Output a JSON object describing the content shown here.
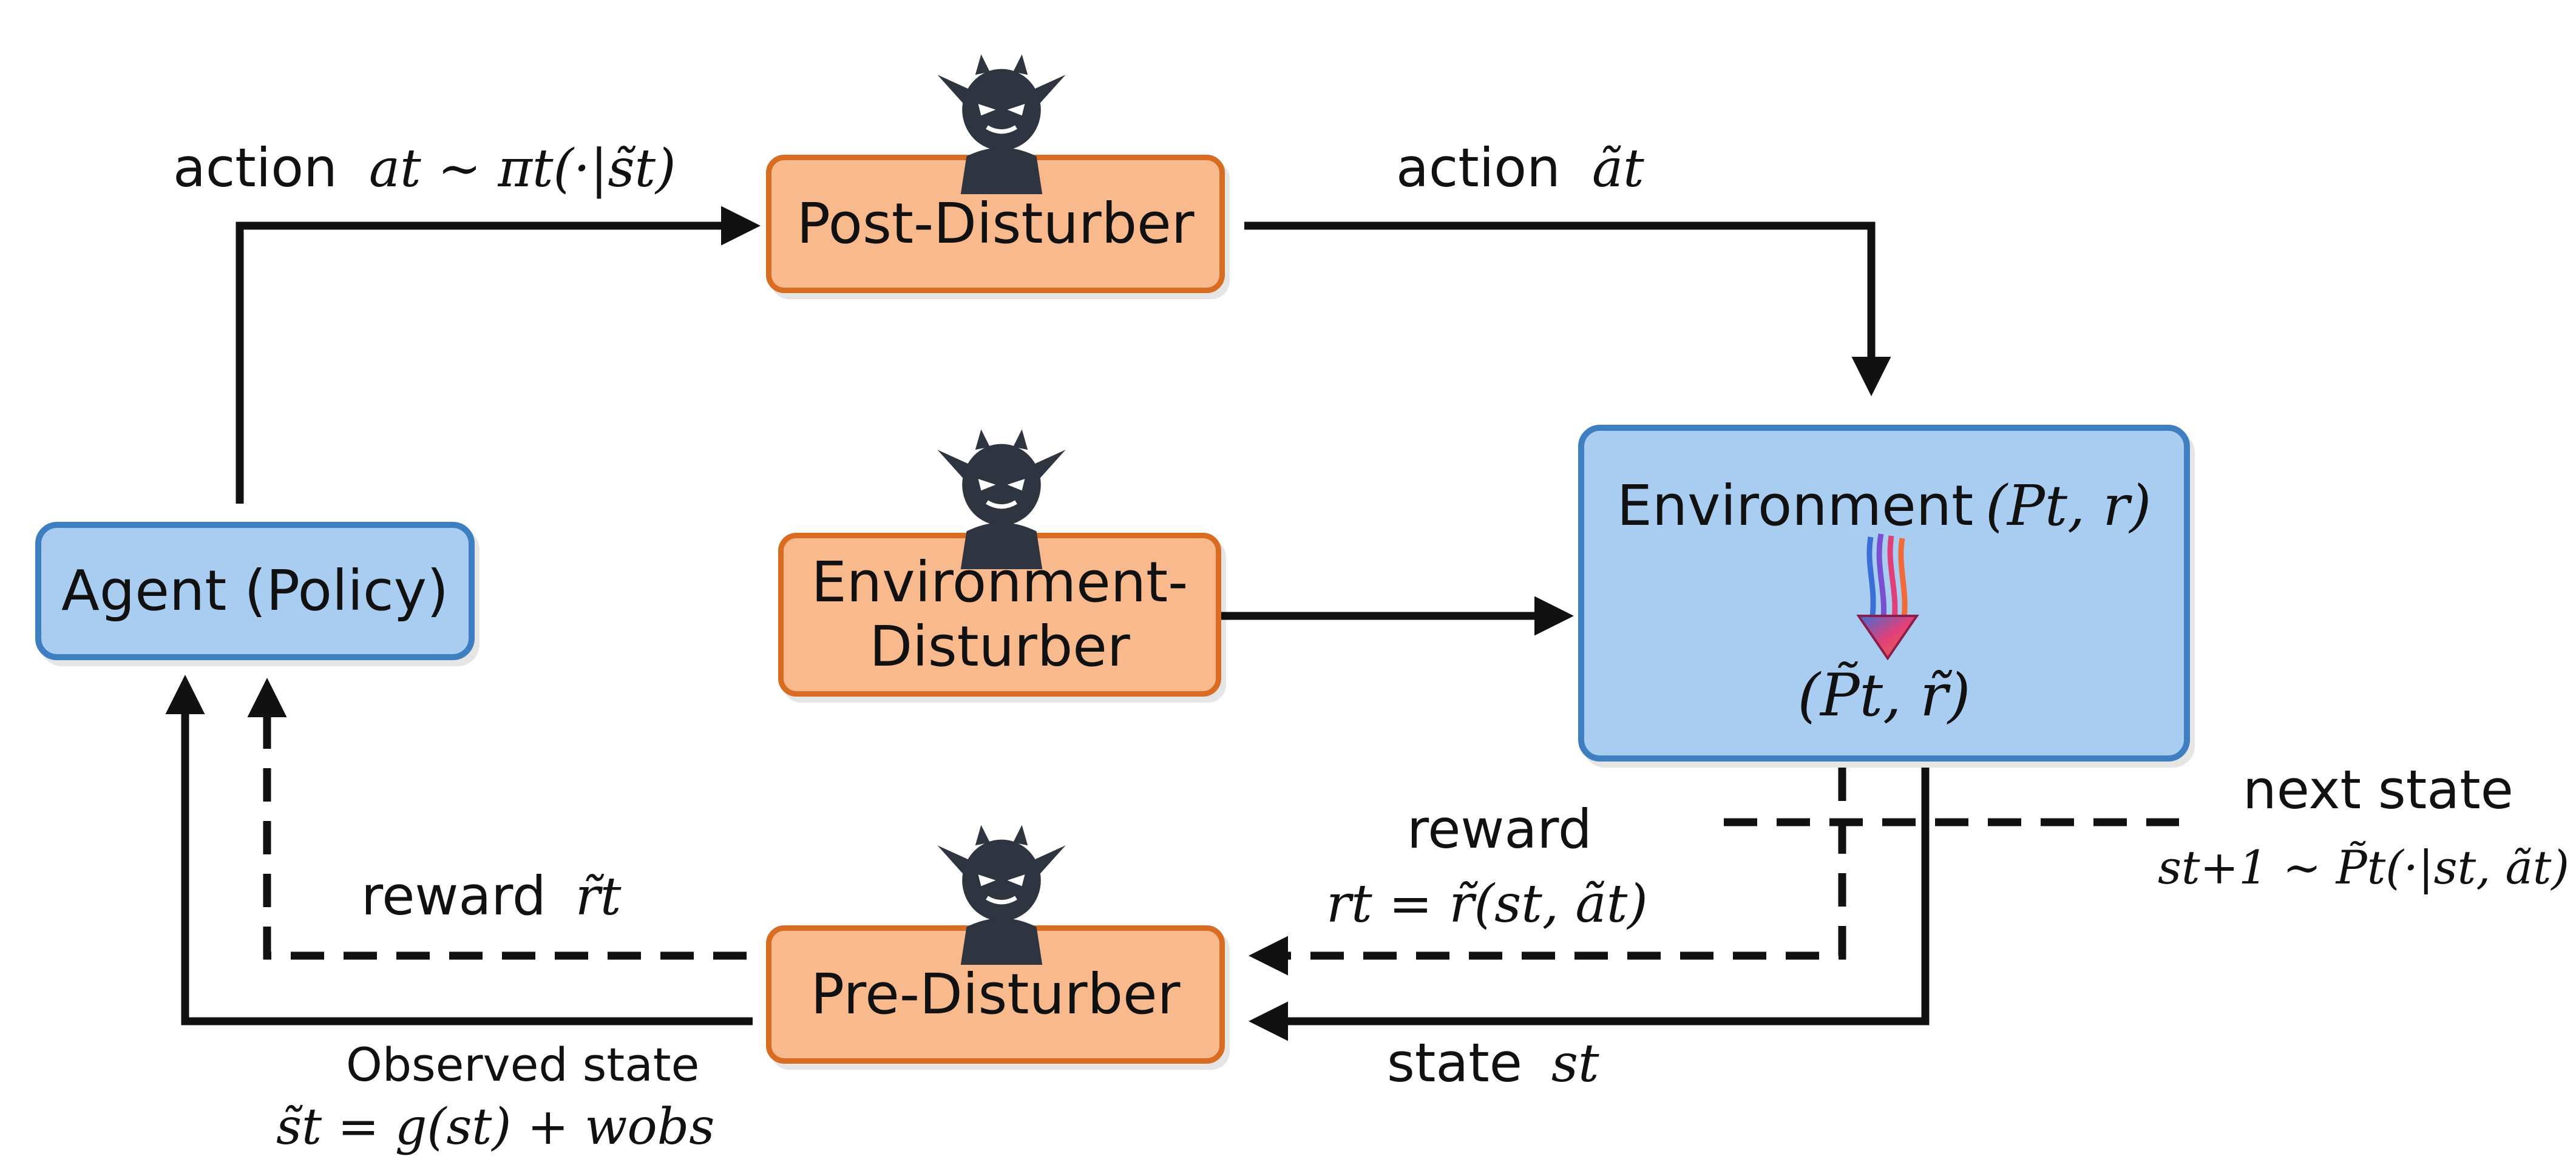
{
  "nodes": {
    "agent": {
      "label": "Agent (Policy)"
    },
    "post_disturber": {
      "label": "Post-Disturber"
    },
    "env_disturber": {
      "label_line1": "Environment-",
      "label_line2": "Disturber"
    },
    "pre_disturber": {
      "label": "Pre-Disturber"
    },
    "environment": {
      "label": "Environment",
      "params": "(Pt, r)",
      "perturbed": "(P̃t, r̃)"
    }
  },
  "edges": {
    "agent_to_post": {
      "label": "action",
      "math": "at ∼ πt(·|s̃t)"
    },
    "post_to_env": {
      "label": "action",
      "math": "ãt"
    },
    "env_to_pre_reward": {
      "label": "reward",
      "math": "rt = r̃(st, ãt)"
    },
    "env_to_pre_state": {
      "label": "state",
      "math": "st"
    },
    "pre_to_agent_reward": {
      "label": "reward",
      "math": "r̃t"
    },
    "pre_to_agent_state": {
      "label": "Observed state",
      "math": "s̃t = g(st) + wobs"
    },
    "next_state": {
      "label": "next state",
      "math": "st+1 ∼ P̃t(·|st, ãt)"
    }
  },
  "colors": {
    "disturber_fill": "#f8b98c",
    "disturber_border": "#d86c23",
    "agent_env_fill": "#a8cdf1",
    "agent_env_border": "#3d7fc0",
    "devil": "#2e3440"
  },
  "icons": {
    "disturber": "devil-icon",
    "perturbation": "perturbation-arrow-icon"
  }
}
